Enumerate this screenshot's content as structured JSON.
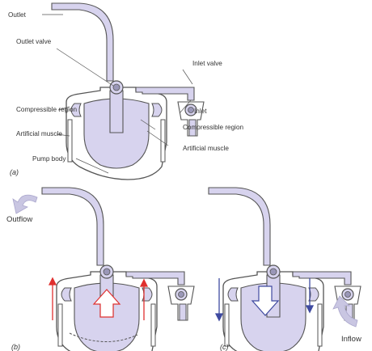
{
  "colors": {
    "fluid": "#d7d3ee",
    "outline": "#555555",
    "arrow_up": "#e0302f",
    "arrow_down": "#3f4aa0",
    "flow_arrow": "#c9c6e2",
    "background": "#ffffff"
  },
  "labels": {
    "outlet": "Outlet",
    "outlet_valve": "Outlet valve",
    "inlet_valve": "Inlet valve",
    "inlet": "Inlet",
    "compressible_region_left": "Compressible region",
    "compressible_region_right": "Compressible region",
    "artificial_muscle_left": "Artificial muscle",
    "artificial_muscle_right": "Artificial muscle",
    "pump_body": "Pump body",
    "outflow": "Outflow",
    "inflow": "Inflow"
  },
  "panels": {
    "a": "(a)",
    "b": "(b)",
    "c": "(c)"
  }
}
